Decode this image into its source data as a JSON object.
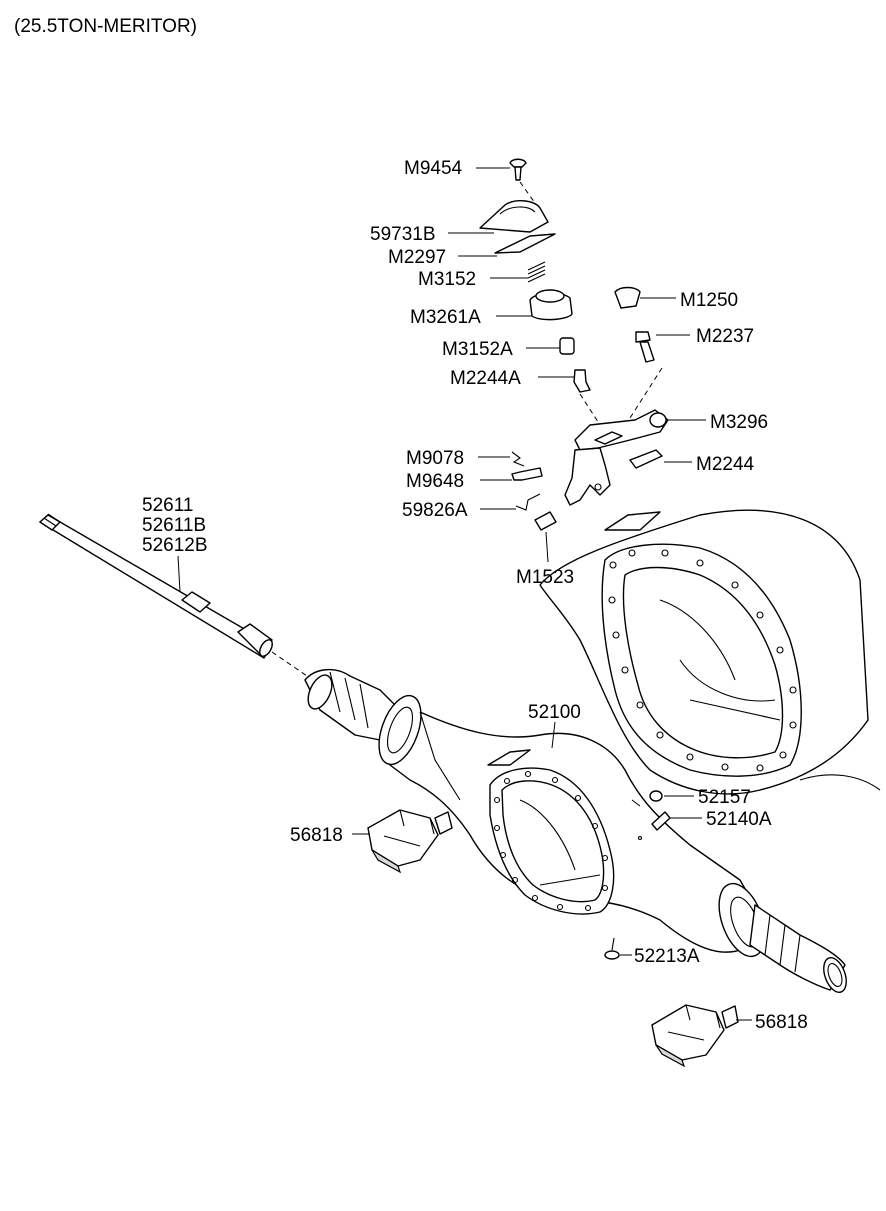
{
  "title": "(25.5TON-MERITOR)",
  "labels": {
    "m9454": "M9454",
    "p59731b": "59731B",
    "m2297": "M2297",
    "m3152": "M3152",
    "m3261a": "M3261A",
    "m3152a": "M3152A",
    "m2244a": "M2244A",
    "m1250": "M1250",
    "m2237": "M2237",
    "m3296": "M3296",
    "m9078": "M9078",
    "m9648": "M9648",
    "p59826a": "59826A",
    "m2244": "M2244",
    "m1523": "M1523",
    "p52611": "52611",
    "p52611b": "52611B",
    "p52612b": "52612B",
    "p52100": "52100",
    "p52157": "52157",
    "p52140a": "52140A",
    "p56818_left": "56818",
    "p52213a": "52213A",
    "p56818_right": "56818"
  },
  "colors": {
    "line": "#000000",
    "background": "#ffffff",
    "shade": "#d9d9d9"
  }
}
